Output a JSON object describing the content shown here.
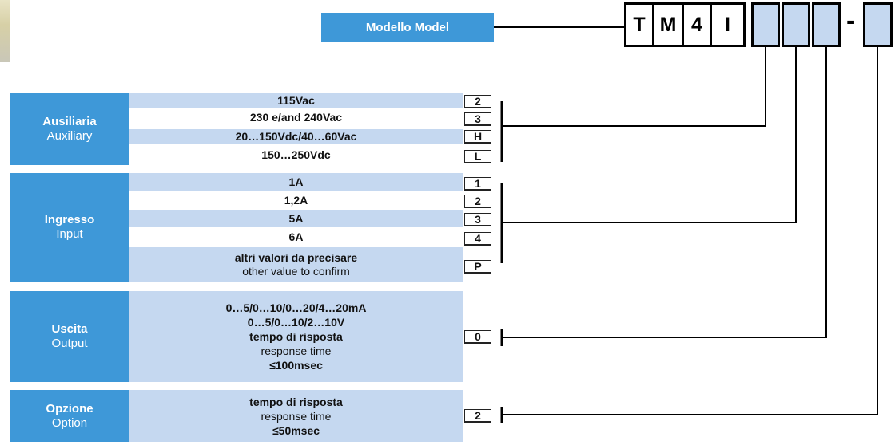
{
  "header": {
    "model_label": "Modello  Model",
    "code_fixed": [
      "T",
      "M",
      "4",
      "I"
    ],
    "separator": "-"
  },
  "colors": {
    "label_blue": "#3e98d8",
    "row_shade": "#c5d8f0"
  },
  "sections": {
    "auxiliary": {
      "label_it": "Ausiliaria",
      "label_en": "Auxiliary",
      "options": [
        {
          "text": "115Vac",
          "code": "2"
        },
        {
          "text": "230 e/and 240Vac",
          "code": "3"
        },
        {
          "text": "20…150Vdc/40…60Vac",
          "code": "H"
        },
        {
          "text": "150…250Vdc",
          "code": "L"
        }
      ]
    },
    "input": {
      "label_it": "Ingresso",
      "label_en": "Input",
      "options": [
        {
          "text": "1A",
          "code": "1"
        },
        {
          "text": "1,2A",
          "code": "2"
        },
        {
          "text": "5A",
          "code": "3"
        },
        {
          "text": "6A",
          "code": "4"
        },
        {
          "text_1": "altri valori da precisare",
          "text_2": "other value to confirm",
          "code": "P"
        }
      ]
    },
    "output": {
      "label_it": "Uscita",
      "label_en": "Output",
      "lines": [
        "0…5/0…10/0…20/4…20mA",
        "0…5/0…10/2…10V",
        "tempo di risposta",
        "response time",
        "≤100msec"
      ],
      "code": "0"
    },
    "option": {
      "label_it": "Opzione",
      "label_en": "Option",
      "lines": [
        "tempo di risposta",
        "response time",
        "≤50msec"
      ],
      "code": "2"
    }
  }
}
